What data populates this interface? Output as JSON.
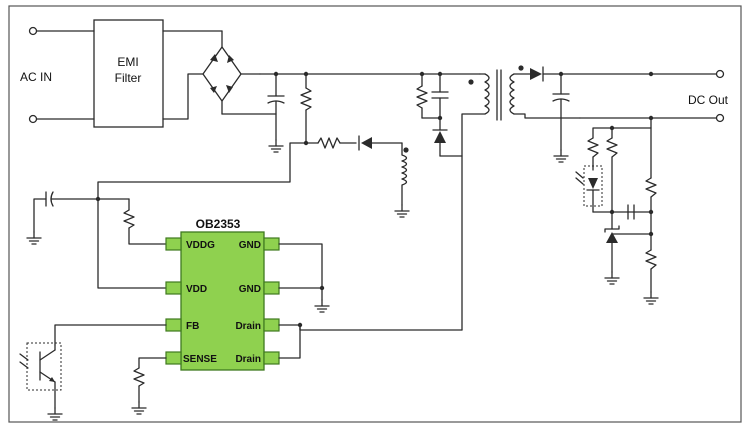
{
  "labels": {
    "ac_in": "AC IN",
    "emi_line1": "EMI",
    "emi_line2": "Filter",
    "dc_out": "DC Out"
  },
  "ic": {
    "name": "OB2353",
    "pins_left": [
      "VDDG",
      "VDD",
      "FB",
      "SENSE"
    ],
    "pins_right": [
      "GND",
      "GND",
      "Drain",
      "Drain"
    ]
  },
  "colors": {
    "chip_fill": "#8fd14f",
    "chip_stroke": "#3f7a1f",
    "wire": "#2b2b2b",
    "border": "#555555"
  }
}
